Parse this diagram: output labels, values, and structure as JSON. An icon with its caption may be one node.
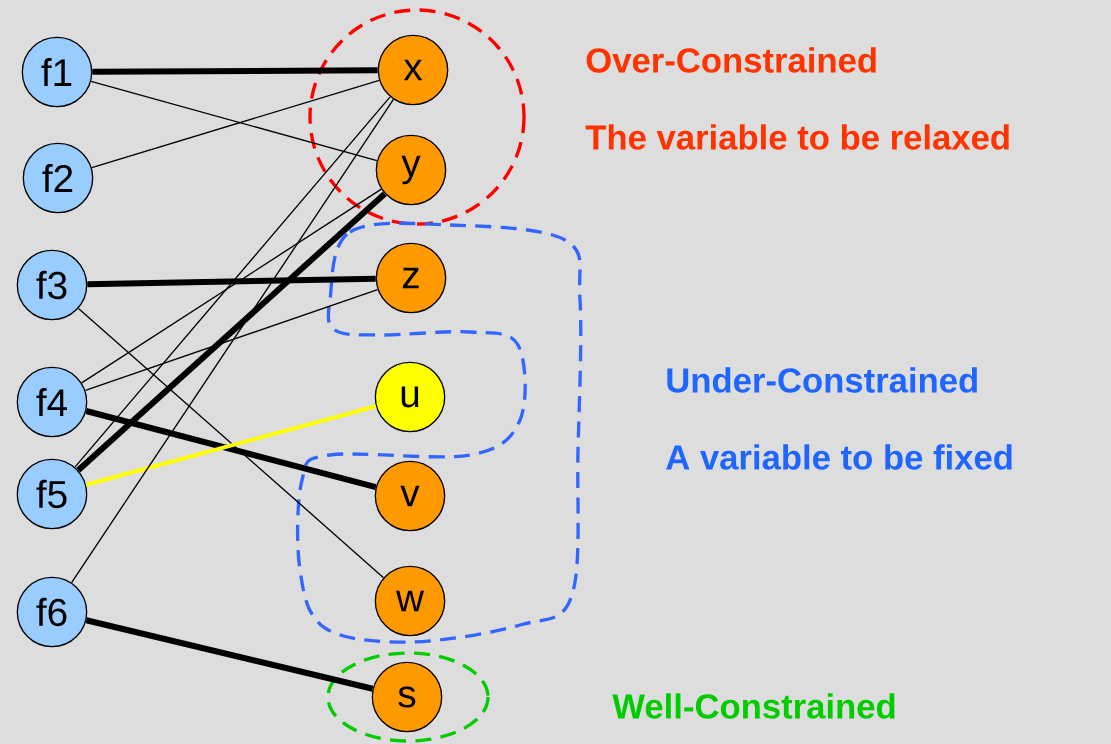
{
  "diagram": {
    "nodes": [
      {
        "text": [
          "f1"
        ]
      },
      {
        "text": [
          "f2"
        ]
      },
      {
        "text": [
          "f3"
        ]
      },
      {
        "text": [
          "f4"
        ]
      },
      {
        "text": [
          "f5"
        ]
      },
      {
        "text": [
          "f6"
        ]
      },
      {
        "text": [
          "x"
        ]
      },
      {
        "text": [
          "y"
        ]
      },
      {
        "text": [
          "z"
        ]
      },
      {
        "text": [
          "u"
        ]
      },
      {
        "text": [
          "v"
        ]
      },
      {
        "text": [
          "w"
        ]
      },
      {
        "text": [
          "s"
        ]
      }
    ],
    "edges": [
      {
        "from": 0,
        "to": 6,
        "arrow": "none",
        "style": "thick"
      },
      {
        "from": 0,
        "to": 7,
        "arrow": "none"
      },
      {
        "from": 1,
        "to": 6,
        "arrow": "none"
      },
      {
        "from": 2,
        "to": 8,
        "arrow": "none",
        "style": "thick"
      },
      {
        "from": 2,
        "to": 11,
        "arrow": "none"
      },
      {
        "from": 3,
        "to": 7,
        "arrow": "none"
      },
      {
        "from": 3,
        "to": 8,
        "arrow": "none"
      },
      {
        "from": 3,
        "to": 10,
        "arrow": "none",
        "style": "thick"
      },
      {
        "from": 4,
        "to": 6,
        "arrow": "none"
      },
      {
        "from": 4,
        "to": 7,
        "arrow": "none",
        "style": "thick"
      },
      {
        "from": 4,
        "to": 9,
        "arrow": "none",
        "style": "thick",
        "color": "#ffff00"
      },
      {
        "from": 5,
        "to": 6,
        "arrow": "none"
      },
      {
        "from": 5,
        "to": 12,
        "arrow": "none",
        "style": "thick"
      }
    ],
    "labels": [
      "Over-Constrained",
      "The variable to be relaxed",
      "Under-Constrained",
      "A variable to be fixed",
      "Well-Constrained"
    ]
  }
}
